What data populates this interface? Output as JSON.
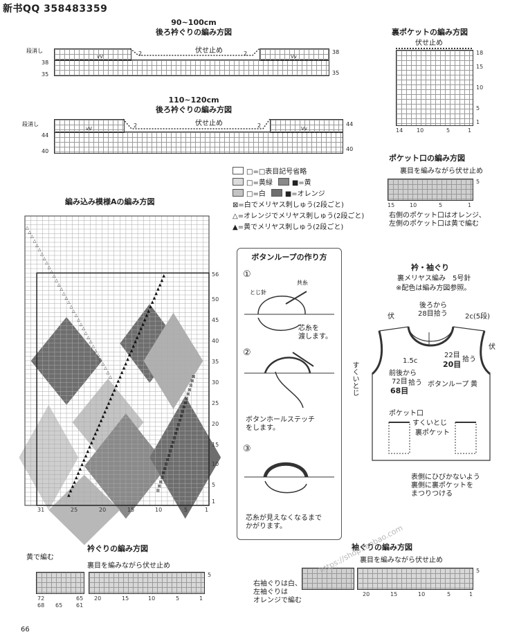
{
  "header": {
    "title": "新书QQ 358483359",
    "page": "66"
  },
  "back_neck_small": {
    "size": "90~100cm",
    "title": "後ろ衿ぐりの編み方図",
    "bind_off": "伏せ止め",
    "step": "段消し",
    "rows_a": "38",
    "rows_b": "35",
    "dec": "2",
    "v_left": "vV",
    "v_right": "Vv"
  },
  "back_neck_large": {
    "size": "110~120cm",
    "title": "後ろ衿ぐりの編み方図",
    "bind_off": "伏せ止め",
    "step": "段消し",
    "rows_a": "44",
    "rows_b": "40",
    "dec": "2",
    "v_left": "vV",
    "v_right": "Vv"
  },
  "back_pocket": {
    "title": "裏ポケットの編み方図",
    "bind_off": "伏せ止め",
    "row_labels": [
      "18",
      "15",
      "10",
      "5",
      "1"
    ],
    "col_labels": [
      "14",
      "10",
      "5",
      "1"
    ]
  },
  "pocket_opening": {
    "title": "ポケット口の編み方図",
    "note_top": "裏目を編みながら伏せ止め",
    "note_bottom": [
      "右側のポケット口はオレンジ、",
      "左側のポケット口は黄で編む"
    ],
    "row_label": "5",
    "col_labels": [
      "15",
      "10",
      "5",
      "1"
    ]
  },
  "legend": {
    "items": [
      "□=□表目記号省略",
      "□=黄緑",
      "■=黄",
      "□=白",
      "■=オレンジ",
      "⊠=白でメリヤス刺しゅう(2段ごと)",
      "△=オレンジでメリヤス刺しゅう(2段ごと)",
      "▲=黄でメリヤス刺しゅう(2段ごと)"
    ],
    "colors": {
      "white": "#ffffff",
      "yellow_green": "#dcdcdc",
      "yellow": "#8a8a8a",
      "white2": "#c4c4c4",
      "orange": "#6e6e6e"
    }
  },
  "pattern_a": {
    "title": "編み込み模様Aの編み方図",
    "row_labels": [
      "56",
      "50",
      "45",
      "40",
      "35",
      "30",
      "25",
      "20",
      "15",
      "10",
      "5",
      "1"
    ],
    "col_labels": [
      "31",
      "25",
      "20",
      "15",
      "10",
      "5",
      "1"
    ]
  },
  "button_loop": {
    "title": "ボタンループの作り方",
    "steps": [
      {
        "num": "①",
        "labels": [
          "とじ針",
          "共糸"
        ],
        "text": [
          "芯糸を",
          "渡します。"
        ]
      },
      {
        "num": "②",
        "labels": [],
        "text": [
          "ボタンホールステッチ",
          "をします。"
        ]
      },
      {
        "num": "③",
        "labels": [],
        "text": [
          "芯糸が見えなくなるまで",
          "かがります。"
        ]
      }
    ]
  },
  "collar": {
    "title": "衿・袖ぐり",
    "sub": "裏メリヤス編み　5号針",
    "note": "※配色は編み方図参照。",
    "labels": {
      "back_from": "後ろから",
      "back_count": "28目拾う",
      "side": "2c(5段)",
      "fu_left": "伏",
      "fu_right": "伏",
      "pick": "1.5c",
      "front_from": "前後から",
      "front_count1": "72目",
      "front_count2": "68目",
      "pick2": "拾う",
      "front_22": "22目",
      "front_20": "20目",
      "pick3": "拾う",
      "loop": "ボタンループ",
      "yellow": "黄",
      "sukui": "すくいとじ",
      "pocket_mouth": "ポケット口",
      "sukui2": "すくいとじ",
      "back_pocket": "裏ポケット",
      "note_lines": [
        "表側にひびかないよう",
        "裏側に裏ポケットを",
        "まつりつける"
      ]
    }
  },
  "neckband": {
    "title": "衿ぐりの編み方図",
    "color_note": "黄で編む",
    "bind_note": "裏目を編みながら伏せ止め",
    "row_label": "5",
    "col_top": [
      "72",
      "65"
    ],
    "col_bot": [
      "68",
      "65",
      "61"
    ],
    "col_mid": [
      "20",
      "15",
      "10",
      "5",
      "1"
    ]
  },
  "armband": {
    "title": "袖ぐりの編み方図",
    "bind_note": "裏目を編みながら伏せ止め",
    "color_note": [
      "右袖ぐりは白、",
      "左袖ぐりは",
      "オレンジで編む"
    ],
    "row_label": "5",
    "col_labels": [
      "20",
      "15",
      "10",
      "5",
      "1"
    ],
    "watermark": "https://shop.taobao.com"
  }
}
